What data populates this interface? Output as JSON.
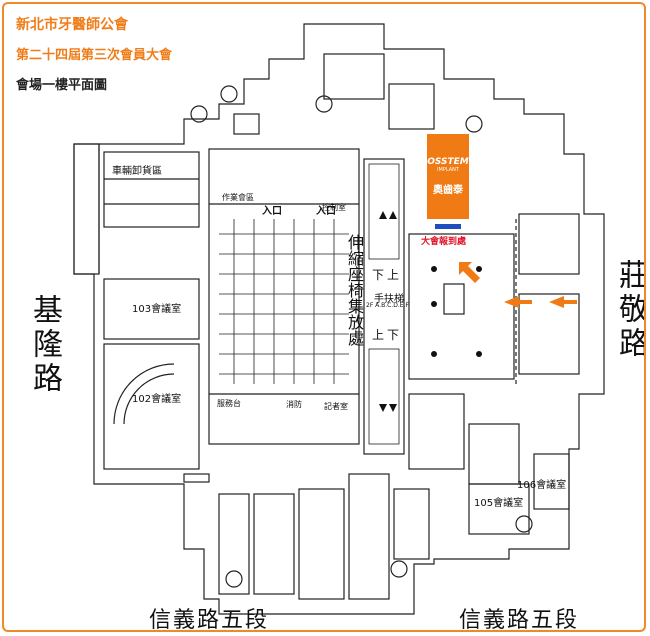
{
  "header": {
    "line1": "新北市牙醫師公會",
    "line2": "第二十四屆第三次會員大會",
    "line3": "會場一樓平面圖"
  },
  "colors": {
    "title": "#ef7d1a",
    "frame": "#ef8a2b",
    "sponsor": "#f07b15",
    "registration": "#e4122a",
    "arrow": "#f07b15",
    "reg_bar": "#1e4fbf"
  },
  "roads": {
    "left": "基隆路",
    "right": "莊敬路",
    "bottom_left": "信義路五段",
    "bottom_right": "信義路五段"
  },
  "rooms": {
    "parking": "車輛卸貨區",
    "room103": "103會議室",
    "room102": "102會議室",
    "room105": "105會議室",
    "room106": "106會議室",
    "foldable_seats": "伸縮座椅集放處",
    "elevator": "手扶梯",
    "elevator_sub": "2F A.B.C.D.E.F",
    "up1": "上",
    "down1": "下",
    "up2": "上",
    "down2": "下",
    "entrance1": "入口",
    "entrance2": "入口",
    "work_area": "作業會區",
    "service": "服務台",
    "control": "控制室",
    "storage": "記者室",
    "fire": "消防"
  },
  "sponsor": {
    "logo": "OSSTEM",
    "sub": "IMPLANT",
    "name": "奧齒泰"
  },
  "registration": {
    "label": "大會報到處"
  }
}
